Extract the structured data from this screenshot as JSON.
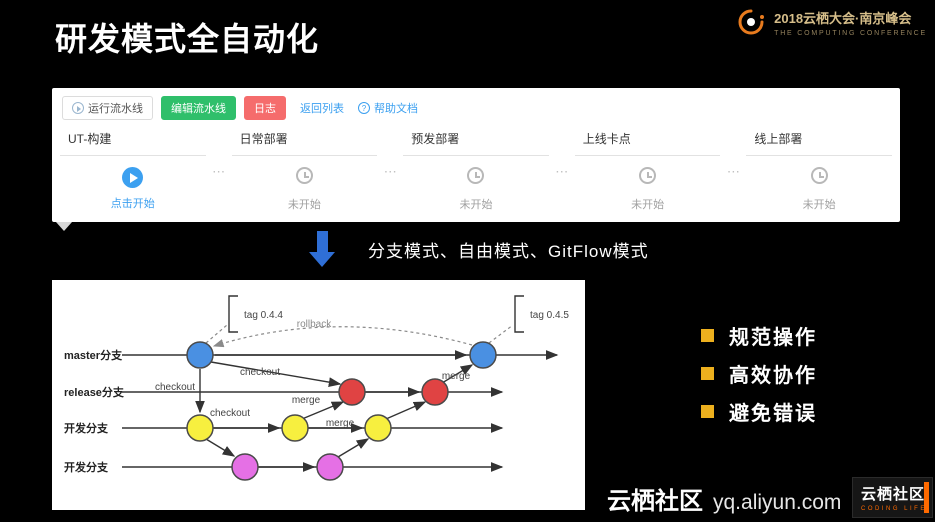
{
  "slide": {
    "title": "研发模式全自动化",
    "conference": {
      "name": "2018云栖大会·南京峰会",
      "subtitle": "THE COMPUTING CONFERENCE"
    },
    "caption": "分支模式、自由模式、GitFlow模式",
    "bullets": [
      "规范操作",
      "高效协作",
      "避免错误"
    ],
    "footer": {
      "community": "云栖社区",
      "url": "yq.aliyun.com",
      "logo_line1": "云栖社区",
      "logo_line2": "CODING LIFE"
    }
  },
  "pipeline": {
    "toolbar": [
      {
        "label": "运行流水线"
      },
      {
        "label": "编辑流水线"
      },
      {
        "label": "日志"
      },
      {
        "label": "返回列表"
      },
      {
        "label": "帮助文档"
      }
    ],
    "help_glyph": "?",
    "separator": "⋯",
    "stages": [
      {
        "name": "UT-构建",
        "status": "点击开始",
        "state": "ready"
      },
      {
        "name": "日常部署",
        "status": "未开始",
        "state": "pending"
      },
      {
        "name": "预发部署",
        "status": "未开始",
        "state": "pending"
      },
      {
        "name": "上线卡点",
        "status": "未开始",
        "state": "pending"
      },
      {
        "name": "线上部署",
        "status": "未开始",
        "state": "pending"
      }
    ]
  },
  "git_diagram": {
    "branches": [
      "master分支",
      "release分支",
      "开发分支",
      "开发分支"
    ],
    "labels": {
      "tag_left": "tag 0.4.4",
      "tag_right": "tag 0.4.5",
      "rollback": "rollback",
      "checkout_a": "checkout",
      "checkout_b": "checkout",
      "checkout_c": "checkout",
      "merge_a": "merge",
      "merge_b": "merge",
      "merge_c": "merge"
    }
  },
  "colors": {
    "accent-blue": "#3ca0f0",
    "green": "#2fbf6b",
    "red": "#f56c6c",
    "arrow-blue": "#2f6fd6",
    "bullet-yellow": "#edb01e",
    "brand-orange": "#ff6a00",
    "gold": "#d6be8a",
    "node-blue": "#4a90e2",
    "node-red": "#e04343",
    "node-yellow": "#f7ef3f",
    "node-purple": "#e570e5"
  }
}
